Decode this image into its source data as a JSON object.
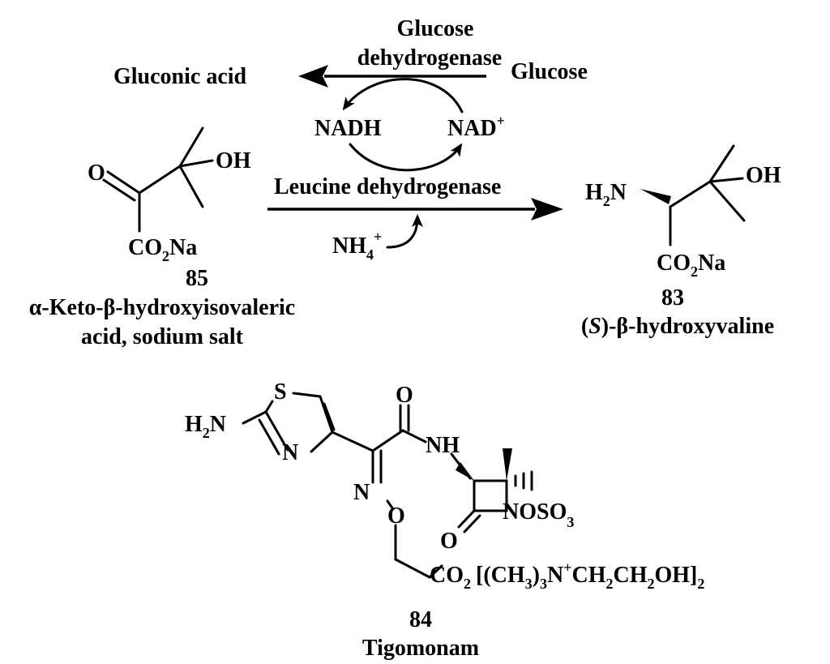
{
  "enzymes": {
    "glucose_dh_line1": "Glucose",
    "glucose_dh_line2": "dehydrogenase",
    "leucine_dh": "Leucine dehydrogenase"
  },
  "cofactors": {
    "gluconic_acid": "Gluconic acid",
    "glucose": "Glucose",
    "nadh": "NADH",
    "nad": "NAD",
    "nad_charge": "+",
    "nh4": "NH",
    "nh4_sub": "4",
    "nh4_charge": "+"
  },
  "compound_85": {
    "atom_o": "O",
    "atom_oh": "OH",
    "co2na_a": "CO",
    "co2na_sub": "2",
    "co2na_b": "Na",
    "number": "85",
    "name_line1": "α-Keto-β-hydroxyisovaleric",
    "name_line2": "acid, sodium salt"
  },
  "compound_83": {
    "h2n_a": "H",
    "h2n_sub": "2",
    "h2n_b": "N",
    "atom_oh": "OH",
    "co2na_a": "CO",
    "co2na_sub": "2",
    "co2na_b": "Na",
    "number": "83",
    "name_a": "(",
    "name_s": "S",
    "name_b": ")-β-hydroxyvaline"
  },
  "compound_84": {
    "atom_s": "S",
    "atom_n_ring": "N",
    "h2n_a": "H",
    "h2n_sub": "2",
    "h2n_b": "N",
    "atom_o_carbonyl": "O",
    "nh": "NH",
    "atom_n_oxime": "N",
    "atom_o_oxime": "O",
    "atom_o_lactam": "O",
    "nso3_a": "NOSO",
    "nso3_sub": "3",
    "salt_co": "CO",
    "salt_2": "2",
    "salt_mid1": "[(CH",
    "salt_3a": "3",
    "salt_mid2": ")",
    "salt_3b": "3",
    "salt_n": "N",
    "salt_plus": "+",
    "salt_ch": "CH",
    "salt_2b": "2",
    "salt_ch2": "CH",
    "salt_2c": "2",
    "salt_oh": "OH]",
    "salt_2d": "2",
    "number": "84",
    "name": "Tigomonam"
  }
}
